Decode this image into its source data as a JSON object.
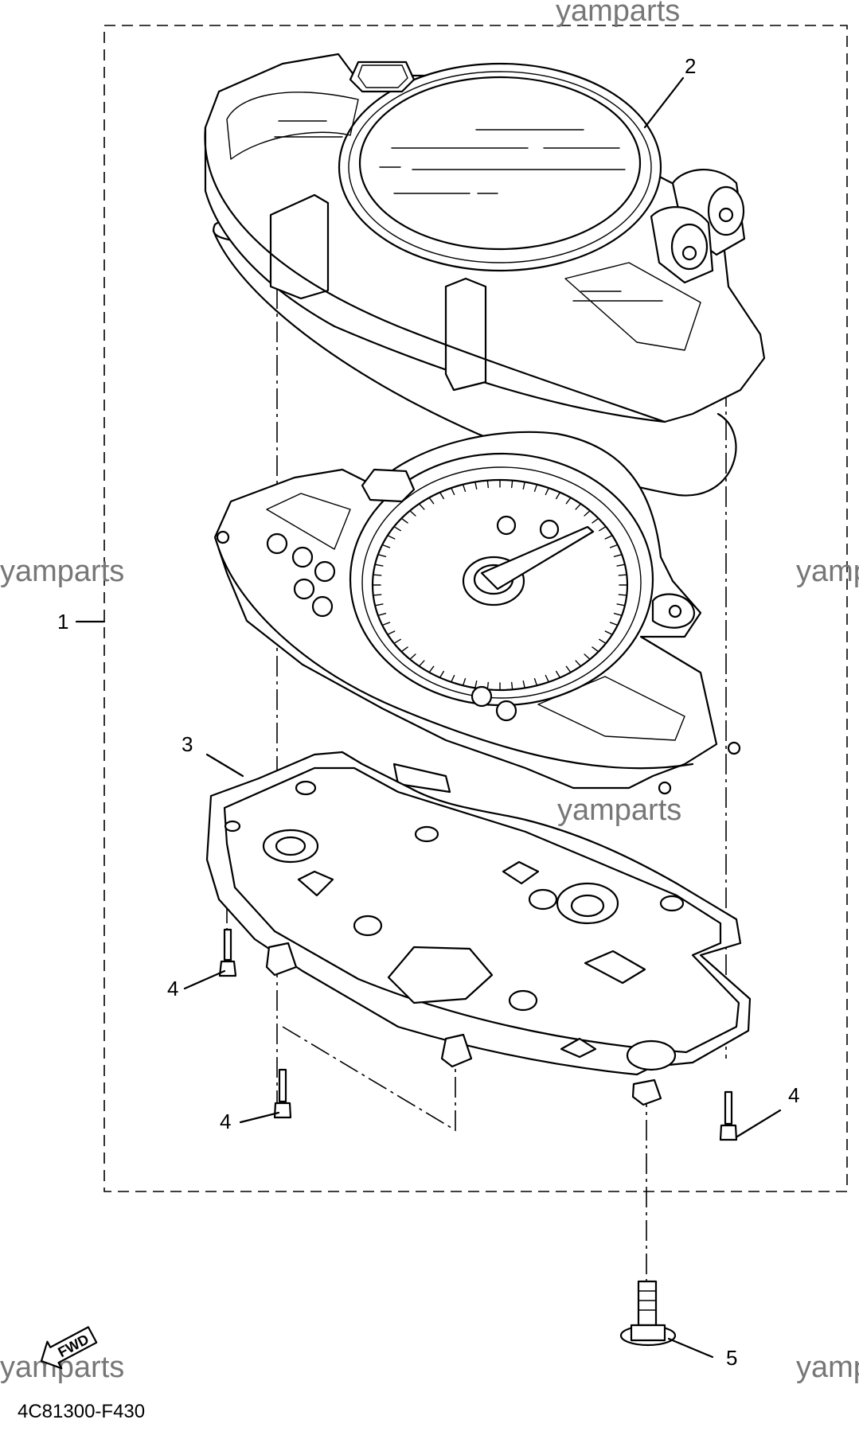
{
  "watermarks": [
    "yamparts",
    "yamparts",
    "yamp",
    "yamparts",
    "yamparts",
    "yamp"
  ],
  "callouts": {
    "assembly": "1",
    "meter_case": "2",
    "lower_case": "3",
    "screw_left": "4",
    "screw_center": "4",
    "screw_right": "4",
    "bolt": "5"
  },
  "direction_label": "FWD",
  "diagram_code": "4C81300-F430"
}
